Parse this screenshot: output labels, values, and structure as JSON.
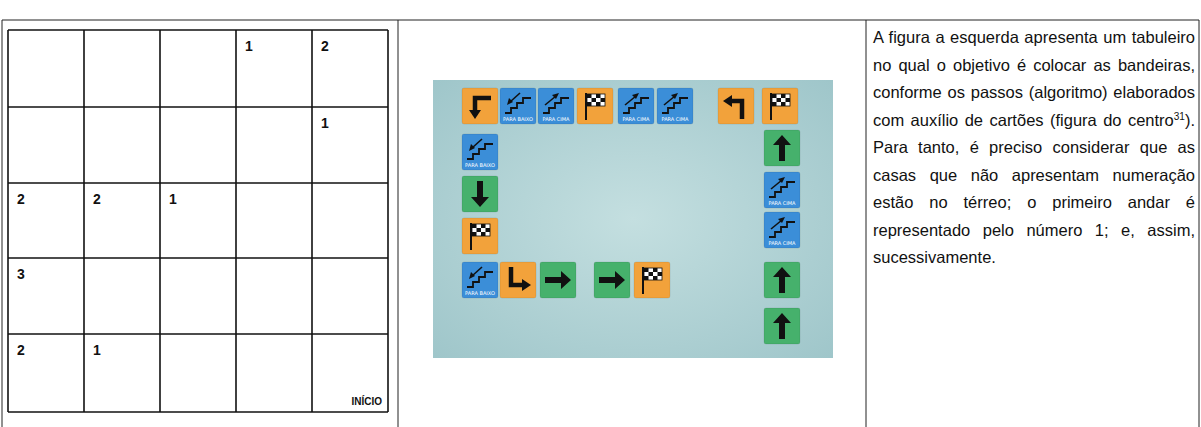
{
  "diagram": {
    "labels": [
      "1",
      "2",
      "1",
      "2",
      "2",
      "1",
      "3",
      "2",
      "1",
      "INÍCIO",
      "PARA BAIXO",
      "PARA CIMA",
      "PARA CIMA",
      "PARA CIMA",
      "PARA BAIXO",
      "PARA CIMA",
      "PARA CIMA",
      "PARA BAIXO",
      "A figura a esquerda apresenta um tabuleiro no qual o objetivo é colocar as bandeiras, conforme os passos (algoritmo) elaborados com auxílio de cartões (figura do centro",
      "31",
      "). Para tanto, é preciso considerar que as casas que não apresentam numeração estão no térreo; o primeiro andar é representado pelo número 1; e, assim, sucessivamente."
    ]
  }
}
